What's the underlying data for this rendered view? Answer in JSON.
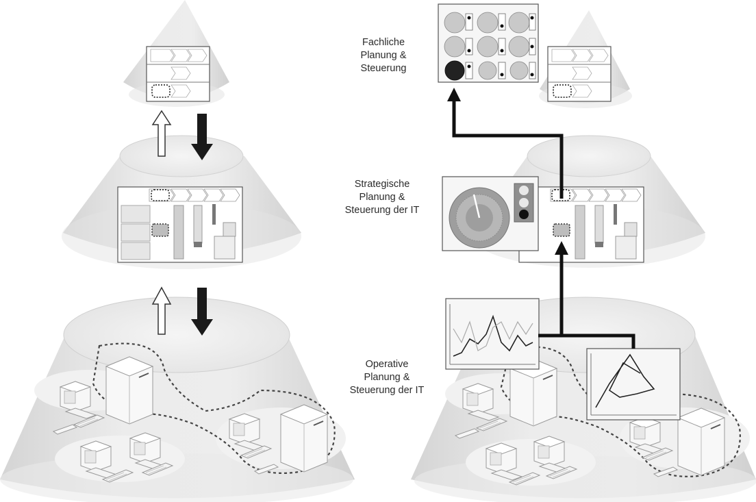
{
  "labels": {
    "business": [
      "Fachliche",
      "Planung &",
      "Steuerung"
    ],
    "strategic": [
      "Strategische",
      "Planung &",
      "Steuerung der IT"
    ],
    "operative": [
      "Operative",
      "Planung &",
      "Steuerung der IT"
    ]
  },
  "colors": {
    "cone_fill": "#e6e6e6",
    "cone_edge": "#d0d0d0",
    "arrow_dark": "#1a1a1a",
    "panel_border": "#333333",
    "dotted": "#444444"
  }
}
